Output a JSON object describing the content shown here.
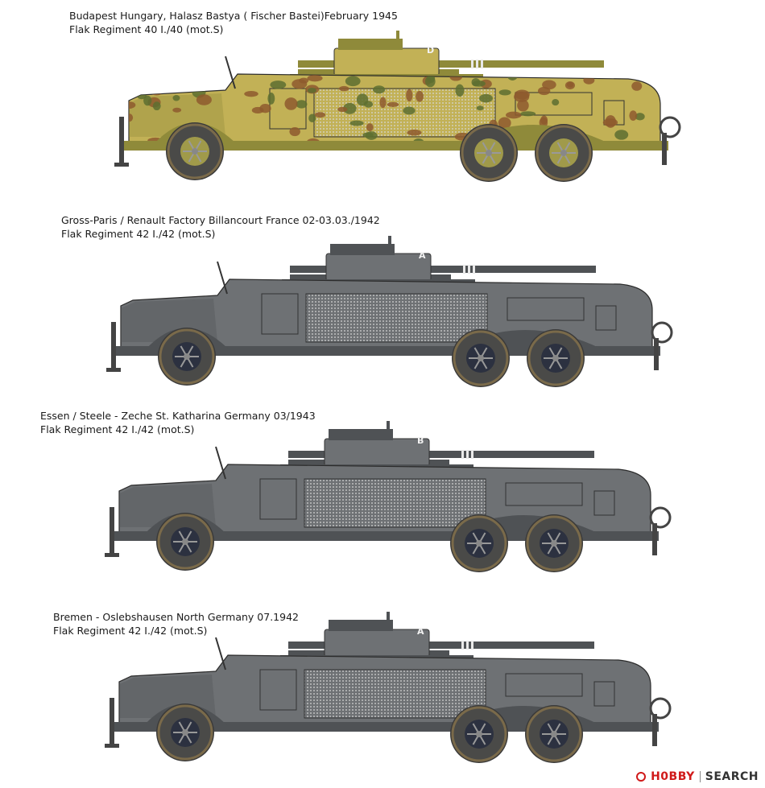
{
  "profiles": [
    {
      "caption_line1": "Budapest Hungary, Halasz Bastya ( Fischer Bastei)February 1945",
      "caption_line2": "Flak Regiment 40  I./40 (mot.S)",
      "scheme": "camouflage",
      "gun_letter": "D",
      "colors": {
        "base": "#c2b156",
        "dark": "#8f8a3a",
        "spot_red": "#8e5a2e",
        "spot_green": "#5d6f30"
      }
    },
    {
      "caption_line1": "Gross-Paris / Renault Factory Billancourt France 02-03.03./1942",
      "caption_line2": "Flak Regiment 42   I./42 (mot.S)",
      "scheme": "grey",
      "gun_letter": "A",
      "colors": {
        "base": "#6e7174",
        "dark": "#4f5255"
      }
    },
    {
      "caption_line1": "Essen / Steele - Zeche St. Katharina Germany 03/1943",
      "caption_line2": "Flak Regiment 42   I./42 (mot.S)",
      "scheme": "grey",
      "gun_letter": "B",
      "colors": {
        "base": "#6e7174",
        "dark": "#4f5255"
      }
    },
    {
      "caption_line1": "Bremen - Oslebshausen North Germany 07.1942",
      "caption_line2": "Flak Regiment 42   I./42 (mot.S)",
      "scheme": "grey",
      "gun_letter": "A",
      "colors": {
        "base": "#6e7174",
        "dark": "#4f5255"
      }
    }
  ],
  "watermark": {
    "logo": "H0BBY",
    "word": "SEARCH"
  }
}
